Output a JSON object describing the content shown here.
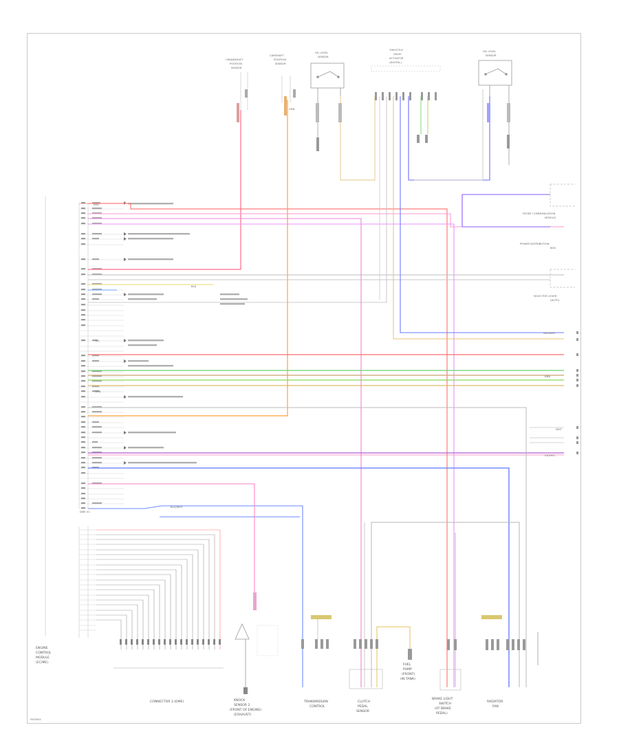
{
  "diagram": {
    "corner_code": "FIG0001",
    "module_bus_label": "DME 01",
    "main_module": {
      "label": [
        "ENGINE",
        "CONTROL",
        "MODULE",
        "(EC/ME)"
      ]
    },
    "bottom_components": [
      {
        "id": "connector-left",
        "label": [
          "CONNECTOR 3 (DME)"
        ]
      },
      {
        "id": "knock",
        "label": [
          "KNOCK",
          "SENSOR 2",
          "(FRONT OF ENGINE)",
          "(EXHAUST)"
        ]
      },
      {
        "id": "transmission",
        "label": [
          "TRANSMISSION",
          "CONTROL"
        ]
      },
      {
        "id": "clutch",
        "label": [
          "CLUTCH",
          "PEDAL",
          "SENSOR"
        ]
      },
      {
        "id": "fuel-pump",
        "label": [
          "FUEL",
          "PUMP",
          "(FRONT)",
          "(IN TANK)"
        ]
      },
      {
        "id": "brake-light",
        "label": [
          "BRAKE LIGHT",
          "SWITCH",
          "(AT BRAKE",
          "PEDAL)"
        ]
      },
      {
        "id": "radio-fan",
        "label": [
          "RADIATOR",
          "FAN"
        ]
      }
    ],
    "top_components": [
      {
        "id": "comp-top-1",
        "label": [
          "CRANKSHAFT",
          "POSITION",
          "SENSOR"
        ]
      },
      {
        "id": "comp-top-2",
        "label": [
          "CAMSHAFT",
          "POSITION",
          "SENSOR"
        ]
      },
      {
        "id": "comp-top-3",
        "label": [
          "OIL LEVEL",
          "SENSOR"
        ]
      },
      {
        "id": "comp-top-4",
        "label": [
          "THROTTLE",
          "VALVE",
          "ACTUATOR",
          "(DIGITAL)"
        ]
      },
      {
        "id": "comp-top-5",
        "label": [
          "OIL LEVEL",
          "SENSOR"
        ]
      }
    ],
    "right_components": [
      {
        "id": "right-1",
        "label": [
          "FRONT COMMUNICATION",
          "MODULE"
        ]
      },
      {
        "id": "right-2",
        "label": [
          "POWER DISTRIBUTION",
          "BOX"
        ]
      },
      {
        "id": "right-3",
        "label": [
          "SELECTOR LEVER",
          "(AUTO)"
        ]
      }
    ],
    "wire_codes": [
      "RED",
      "GRY/WHT",
      "YEL",
      "BLU/WHT",
      "VIO/YEL",
      "GRN",
      "ORN",
      "BRN",
      "WHT",
      "BLK"
    ]
  }
}
